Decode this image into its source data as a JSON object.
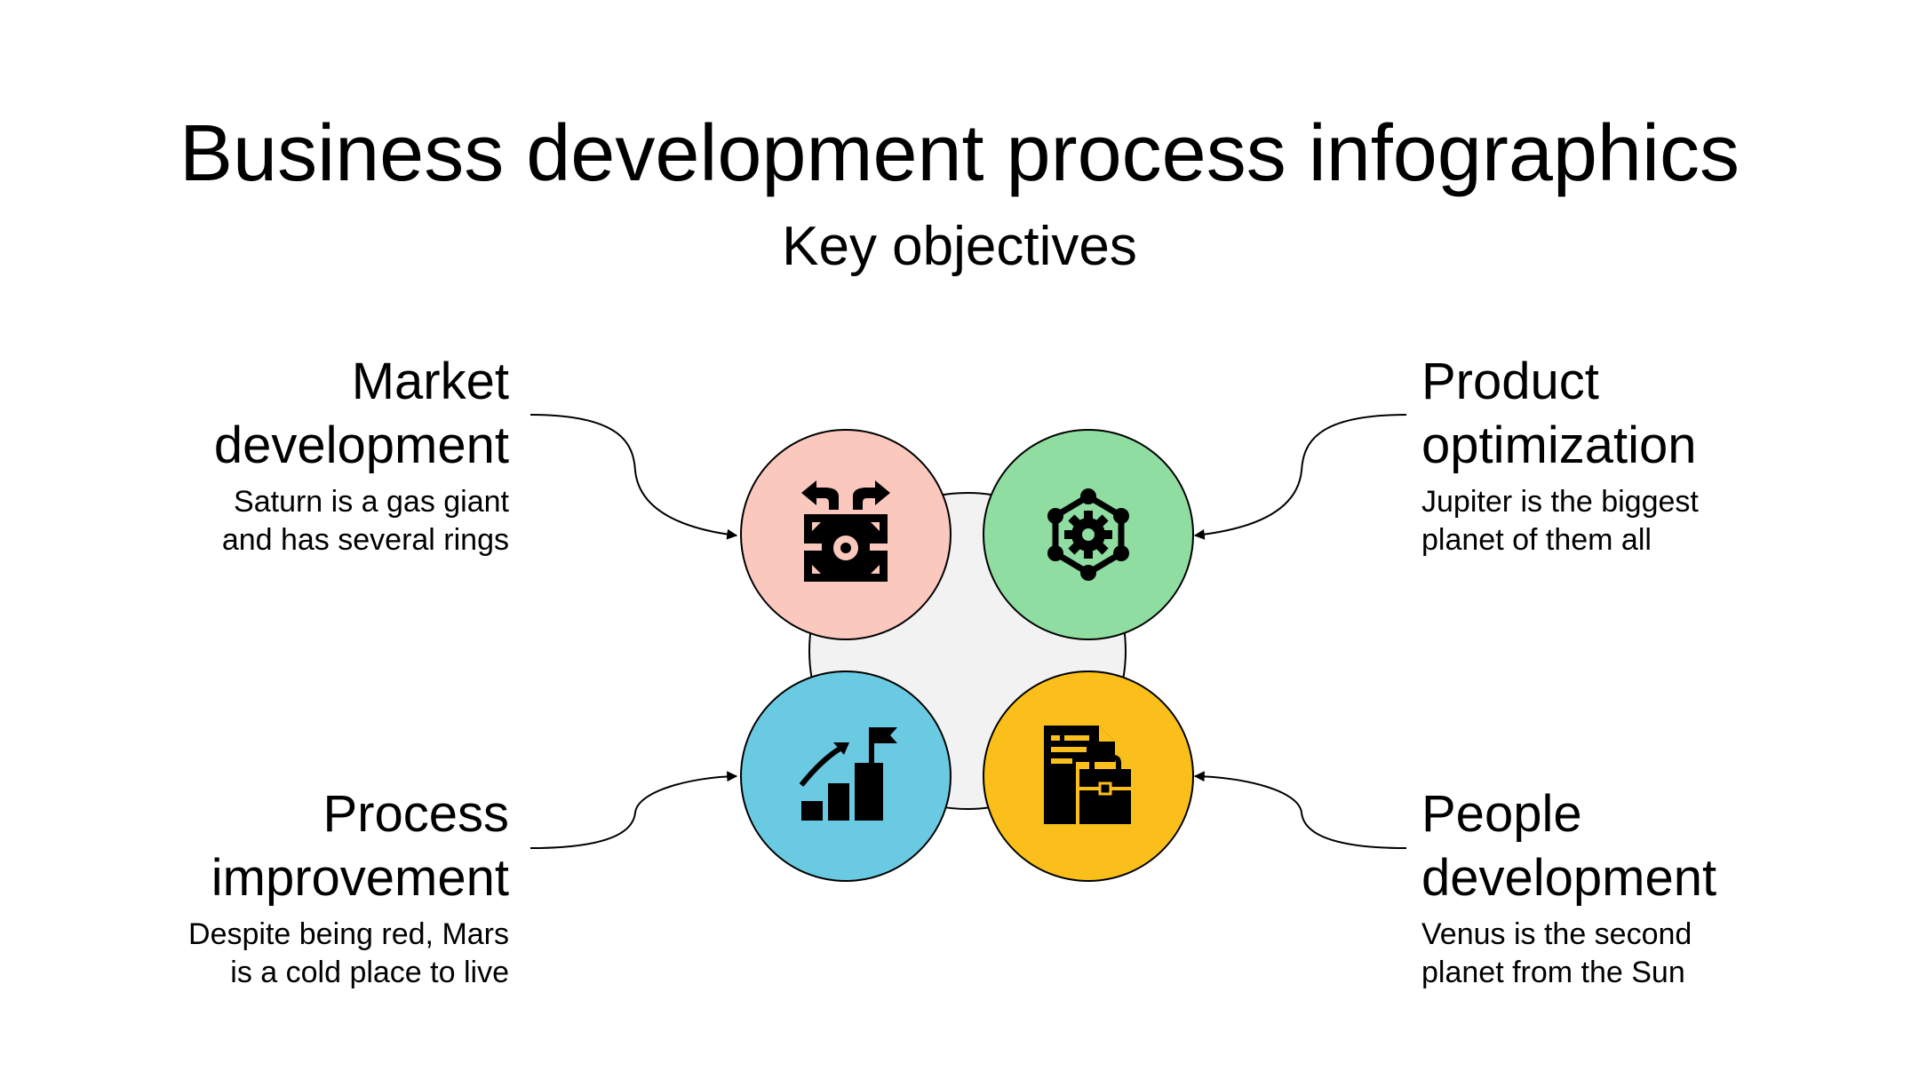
{
  "title": "Business development process infographics",
  "subtitle": "Key objectives",
  "colors": {
    "market": "#fac8bd",
    "product": "#8fdda1",
    "process": "#6acae2",
    "people": "#fbbf1b",
    "center": "#f2f2f2",
    "stroke": "#000000"
  },
  "items": [
    {
      "key": "market",
      "heading_line1": "Market",
      "heading_line2": "development",
      "desc_line1": "Saturn is a gas giant",
      "desc_line2": "and has several rings",
      "icon": "money-exchange-icon"
    },
    {
      "key": "product",
      "heading_line1": "Product",
      "heading_line2": "optimization",
      "desc_line1": "Jupiter is the biggest",
      "desc_line2": "planet of them all",
      "icon": "gear-network-icon"
    },
    {
      "key": "process",
      "heading_line1": "Process",
      "heading_line2": "improvement",
      "desc_line1": "Despite being red, Mars",
      "desc_line2": "is a cold place to live",
      "icon": "growth-chart-flag-icon"
    },
    {
      "key": "people",
      "heading_line1": "People",
      "heading_line2": "development",
      "desc_line1": "Venus is the second",
      "desc_line2": "planet from the Sun",
      "icon": "document-briefcase-icon"
    }
  ]
}
